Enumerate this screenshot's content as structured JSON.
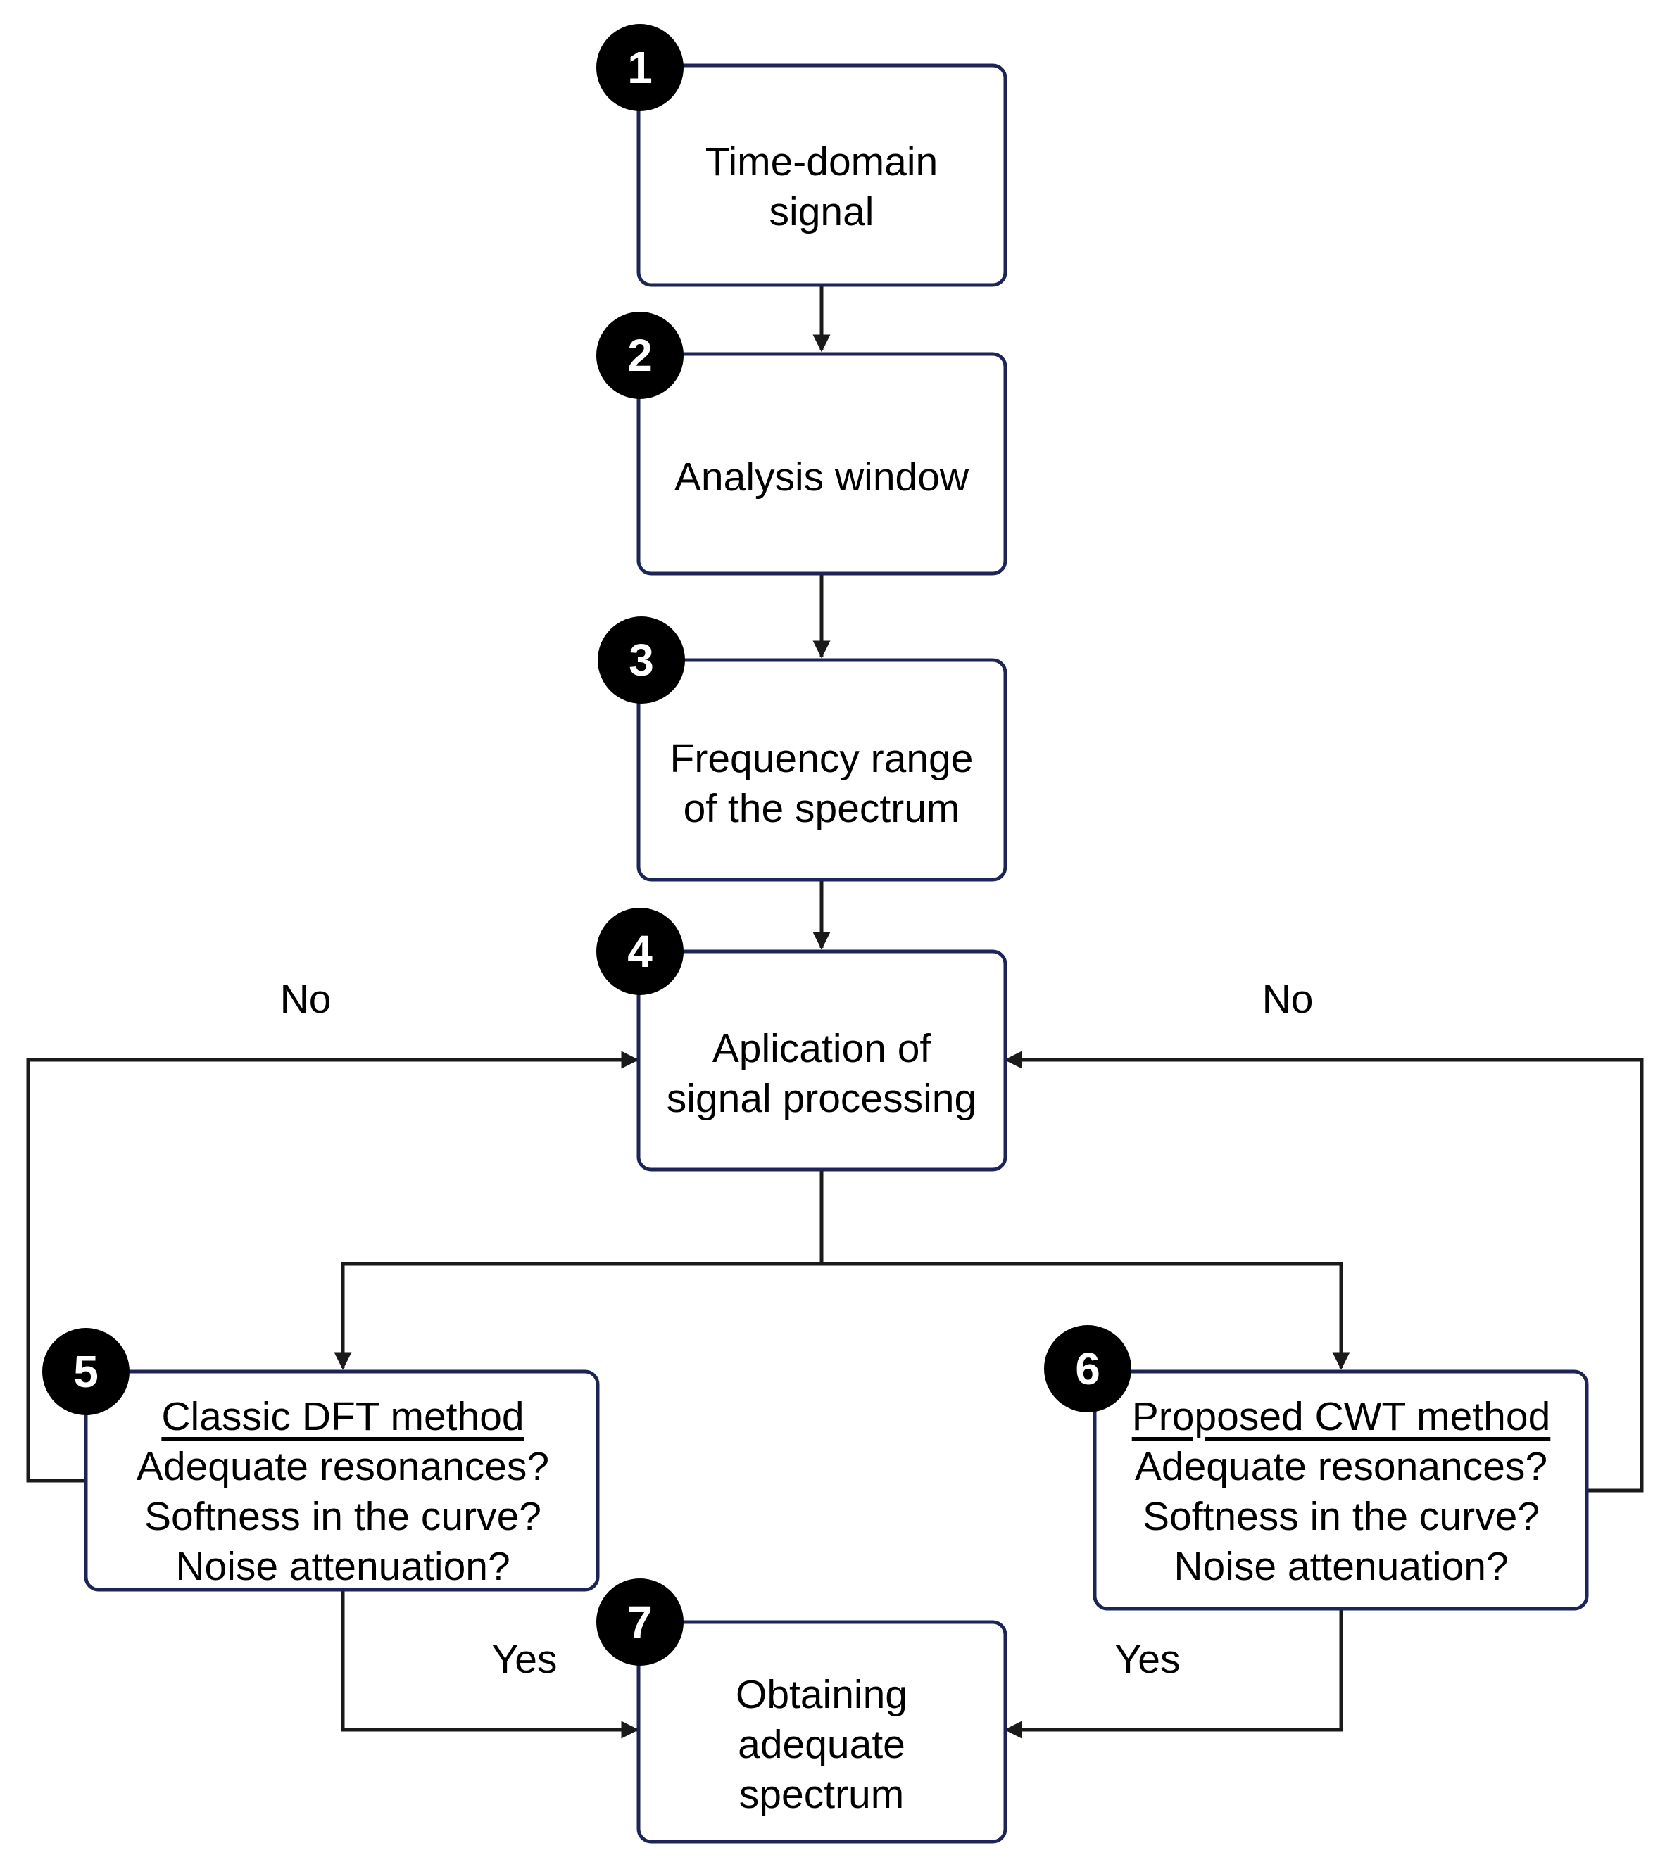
{
  "colors": {
    "box_border": "#1c2555",
    "connector": "#1a1a1a",
    "badge_fill": "#000000",
    "badge_text": "#ffffff",
    "text": "#000000"
  },
  "nodes": {
    "n1": {
      "number": "1",
      "lines": [
        "Time-domain",
        "signal"
      ]
    },
    "n2": {
      "number": "2",
      "lines": [
        "Analysis window"
      ]
    },
    "n3": {
      "number": "3",
      "lines": [
        "Frequency range",
        "of the spectrum"
      ]
    },
    "n4": {
      "number": "4",
      "lines": [
        "Aplication of",
        "signal processing"
      ]
    },
    "n5": {
      "number": "5",
      "lines": [
        "Classic DFT method",
        "Adequate resonances?",
        "Softness in the curve?",
        "Noise attenuation?"
      ]
    },
    "n6": {
      "number": "6",
      "lines": [
        "Proposed CWT method",
        "Adequate resonances?",
        "Softness in the curve?",
        "Noise attenuation?"
      ]
    },
    "n7": {
      "number": "7",
      "lines": [
        "Obtaining",
        "adequate",
        "spectrum"
      ]
    }
  },
  "edge_labels": {
    "no_left": "No",
    "no_right": "No",
    "yes_left": "Yes",
    "yes_right": "Yes"
  }
}
